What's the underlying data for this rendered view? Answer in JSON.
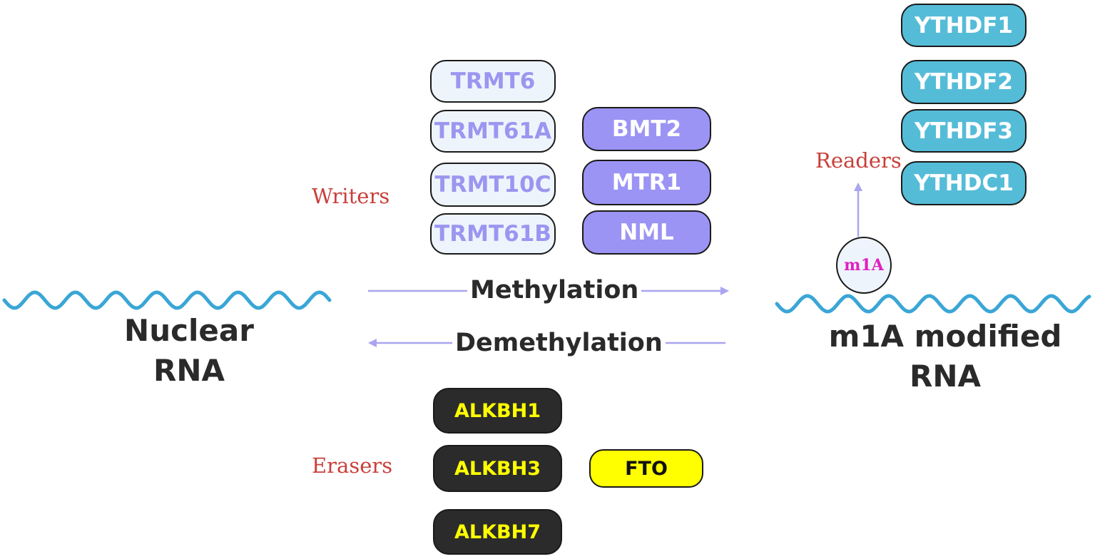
{
  "colors": {
    "wave": "#3aa6d6",
    "arrow": "#a9a5f0",
    "category_label": "#c9403b",
    "writer_light_fill": "#eef4fc",
    "writer_light_text": "#9b96f0",
    "writer_dark_fill": "#9b94f4",
    "reader_fill": "#55bcd8",
    "eraser_fill": "#2b2b2b",
    "eraser_text": "#ffff00",
    "fto_fill": "#ffff00",
    "m1a_text": "#e020c0"
  },
  "left_rna": {
    "line1": "Nuclear",
    "line2": "RNA"
  },
  "right_rna": {
    "line1": "m1A modified",
    "line2": "RNA"
  },
  "mark": {
    "label": "m1A"
  },
  "process": {
    "forward": "Methylation",
    "reverse": "Demethylation"
  },
  "categories": {
    "writers": "Writers",
    "readers": "Readers",
    "erasers": "Erasers"
  },
  "writers": {
    "column1": [
      "TRMT6",
      "TRMT61A",
      "TRMT10C",
      "TRMT61B"
    ],
    "column2": [
      "BMT2",
      "MTR1",
      "NML"
    ]
  },
  "readers": [
    "YTHDF1",
    "YTHDF2",
    "YTHDF3",
    "YTHDC1"
  ],
  "erasers": {
    "column1": [
      "ALKBH1",
      "ALKBH3",
      "ALKBH7"
    ],
    "column2": [
      "FTO"
    ]
  }
}
